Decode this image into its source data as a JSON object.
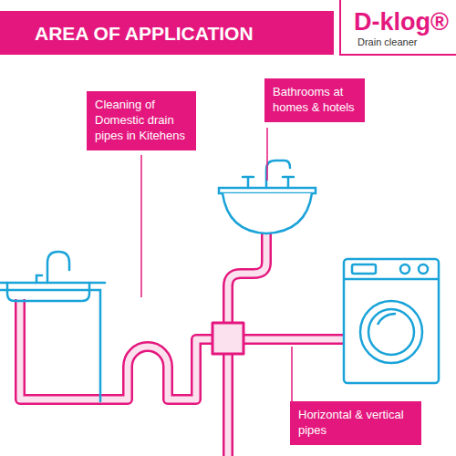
{
  "diagram": {
    "title": "AREA OF APPLICATION",
    "nodes": [
      {
        "text": [
          "D-klog®",
          "Drain cleaner"
        ]
      },
      {
        "text": [
          "Cleaning of Domestic drain pipes in Kitehens"
        ]
      },
      {
        "text": [
          "Bathrooms at homes & hotels"
        ]
      },
      {
        "text": [
          "Horizontal & vertical pipes"
        ]
      }
    ]
  }
}
